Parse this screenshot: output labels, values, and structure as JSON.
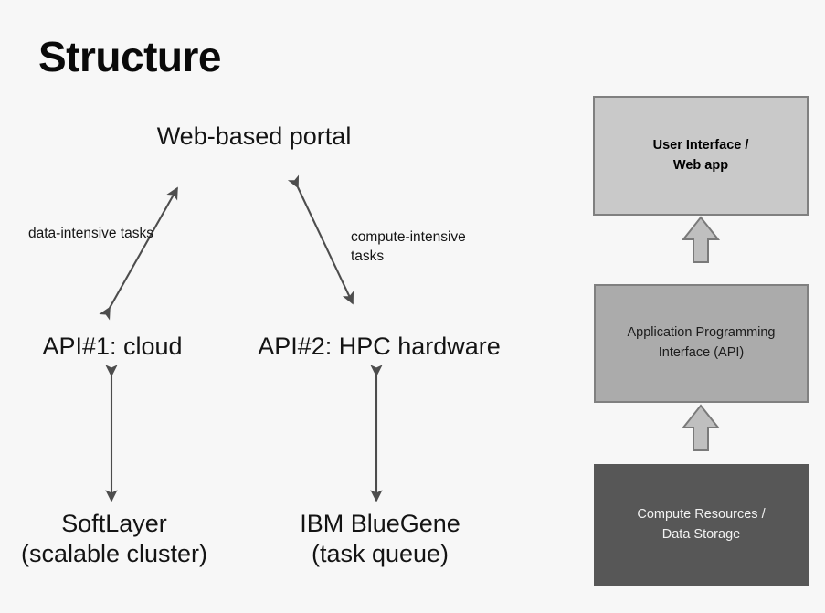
{
  "slide": {
    "title": "Structure",
    "background_color": "#f7f7f7"
  },
  "flow_diagram": {
    "nodes": {
      "portal": "Web-based portal",
      "api1": "API#1: cloud",
      "api2": "API#2: HPC hardware",
      "softlayer_line1": "SoftLayer",
      "softlayer_line2": "(scalable cluster)",
      "bluegene_line1": "IBM BlueGene",
      "bluegene_line2": "(task queue)"
    },
    "edge_labels": {
      "data_intensive": "data-intensive tasks",
      "compute_intensive_line1": "compute-intensive",
      "compute_intensive_line2": "tasks"
    },
    "arrow_color": "#4d4d4d"
  },
  "stack_diagram": {
    "boxes": [
      {
        "line1": "User Interface /",
        "line2": "Web app",
        "fill": "#c9c9c9",
        "text_color": "#000000"
      },
      {
        "line1": "Application Programming",
        "line2": "Interface (API)",
        "fill": "#ababab",
        "text_color": "#1b1b1b"
      },
      {
        "line1": "Compute Resources /",
        "line2": "Data Storage",
        "fill": "#575757",
        "text_color": "#f2f2f2"
      }
    ],
    "connector_fill": "#bfbfbf",
    "connector_stroke": "#7a7a7a"
  }
}
